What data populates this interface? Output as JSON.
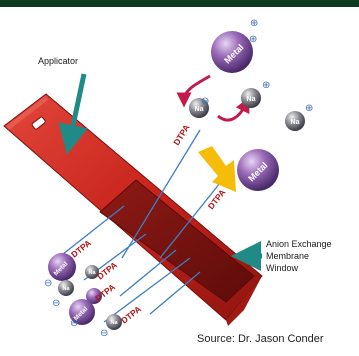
{
  "labels": {
    "applicator": "Applicator",
    "membrane_line1": "Anion Exchange",
    "membrane_line2": "Membrane",
    "membrane_line3": "Window",
    "source": "Source: Dr. Jason Conder"
  },
  "molecules": {
    "metal": "Metal",
    "na": "Na",
    "dtpa": "DTPA",
    "charge_negative": "⊖",
    "charge_positive": "⊕"
  },
  "colors": {
    "applicator_red": "#c8251c",
    "metal_purple": "#8a5aa8",
    "na_gray": "#7c7c8a",
    "arrow_magenta": "#c21a4a",
    "arrow_yellow": "#f5bd0a",
    "pointer_teal": "#1f8a86",
    "bond_blue": "#3b7fc4"
  }
}
